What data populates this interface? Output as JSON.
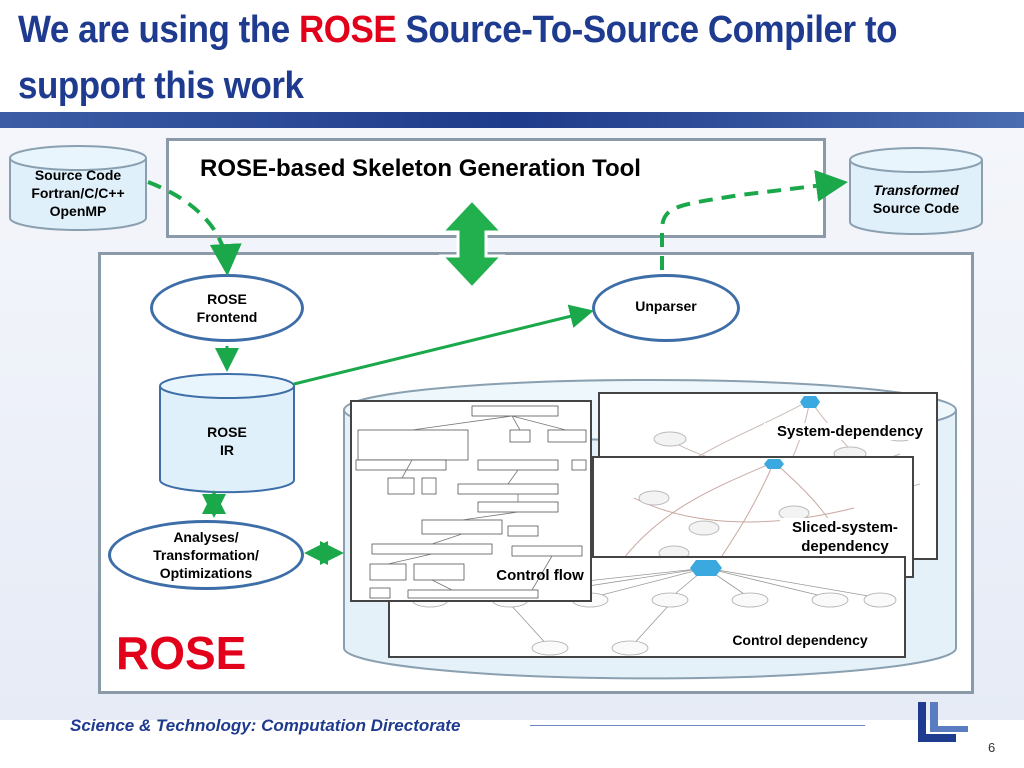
{
  "title": {
    "part1": "We are using the ",
    "highlight": "ROSE",
    "part2": " Source-To-Source Compiler to support this work"
  },
  "tool_title": "ROSE-based Skeleton Generation Tool",
  "source_code": {
    "line1": "Source Code",
    "line2": "Fortran/C/C++",
    "line3": "OpenMP"
  },
  "transformed": {
    "line1": "Transformed",
    "line2": "Source Code"
  },
  "nodes": {
    "frontend": {
      "line1": "ROSE",
      "line2": "Frontend"
    },
    "unparser": "Unparser",
    "ir": {
      "line1": "ROSE",
      "line2": "IR"
    },
    "analyses": {
      "line1": "Analyses/",
      "line2": "Transformation/",
      "line3": "Optimizations"
    }
  },
  "graphs": {
    "system": "System-dependency",
    "sliced": {
      "line1": "Sliced-system-",
      "line2": "dependency"
    },
    "control_flow": "Control flow",
    "control_dependency": "Control dependency"
  },
  "rose_label": "ROSE",
  "footer": "Science & Technology: Computation Directorate",
  "page_number": "6",
  "colors": {
    "title": "#1f3b8f",
    "accent_red": "#e2001a",
    "arrow_green": "#1aa84b",
    "ellipse_border": "#3e6ea8"
  },
  "icons": [
    "double-arrow-icon",
    "llnl-logo-icon"
  ]
}
